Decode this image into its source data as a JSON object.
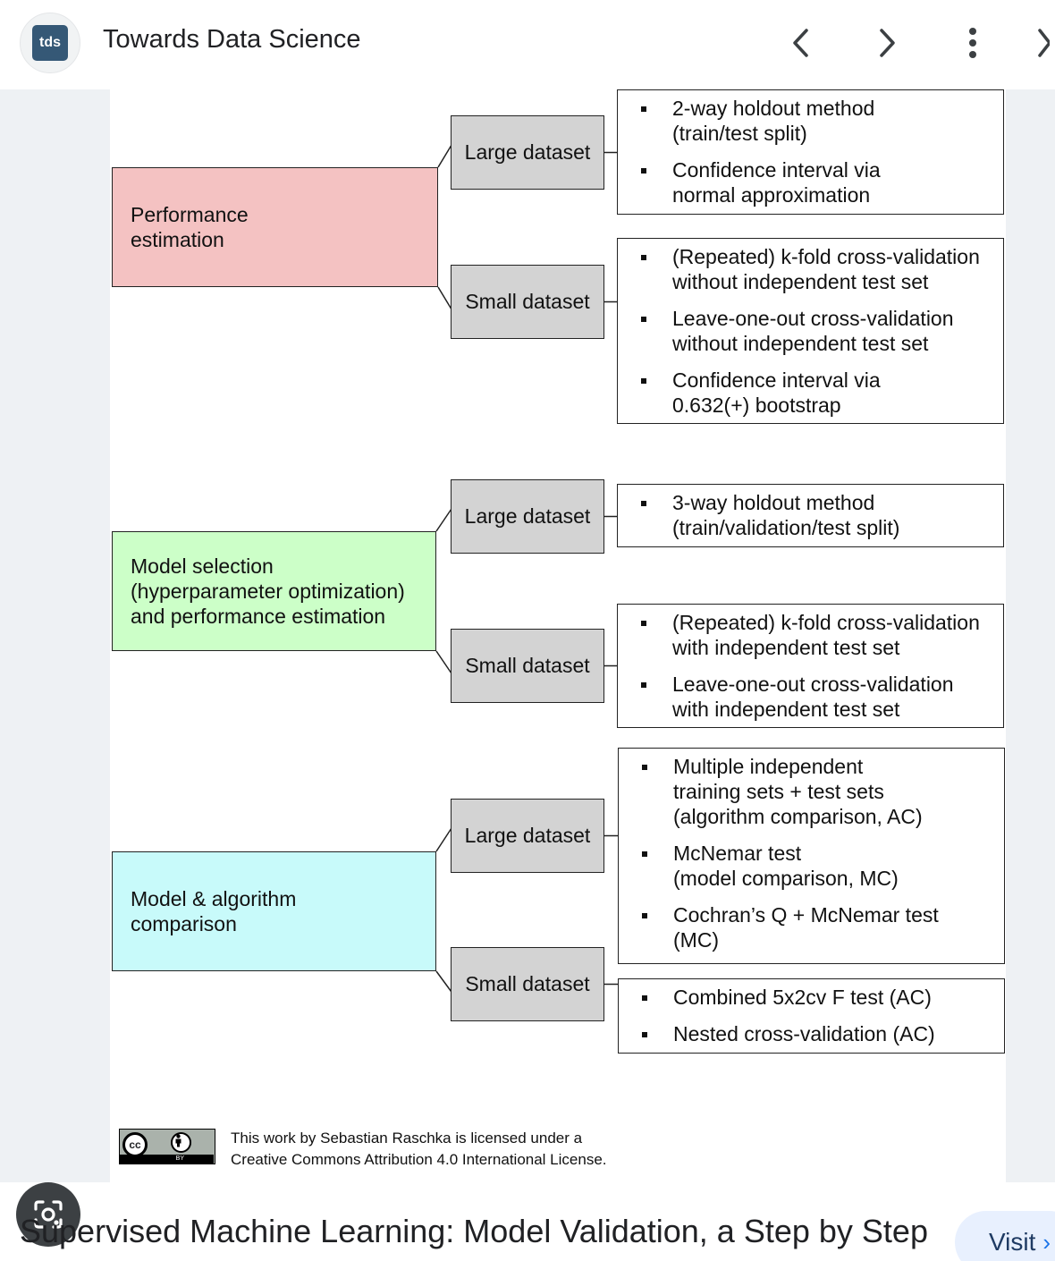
{
  "header": {
    "logo_text": "tds",
    "site_name": "Towards Data Science",
    "icons": [
      "chevron-left-icon",
      "chevron-right-icon",
      "more-vert-icon",
      "chevron-right-icon"
    ]
  },
  "diagram": {
    "groups": [
      {
        "category": "Performance\nestimation",
        "color": "#f4c2c2",
        "branches": [
          {
            "dataset": "Large dataset",
            "methods": [
              "2-way holdout method\n(train/test split)",
              "Confidence interval via\nnormal approximation"
            ]
          },
          {
            "dataset": "Small dataset",
            "methods": [
              "(Repeated) k-fold cross-validation\nwithout independent test set",
              "Leave-one-out cross-validation\nwithout independent test set",
              "Confidence interval via\n0.632(+) bootstrap"
            ]
          }
        ]
      },
      {
        "category": "Model selection\n(hyperparameter optimization)\nand performance estimation",
        "color": "#ccffc8",
        "branches": [
          {
            "dataset": "Large dataset",
            "methods": [
              "3-way holdout method\n(train/validation/test split)"
            ]
          },
          {
            "dataset": "Small dataset",
            "methods": [
              "(Repeated) k-fold cross-validation\nwith independent test set",
              "Leave-one-out cross-validation\nwith independent test set"
            ]
          }
        ]
      },
      {
        "category": "Model & algorithm\ncomparison",
        "color": "#c8fafa",
        "branches": [
          {
            "dataset": "Large dataset",
            "methods": [
              "Multiple independent\ntraining sets + test sets\n(algorithm comparison, AC)",
              "McNemar test\n(model comparison, MC)",
              "Cochran’s Q + McNemar test\n(MC)"
            ]
          },
          {
            "dataset": "Small dataset",
            "methods": [
              "Combined 5x2cv F test (AC)",
              "Nested cross-validation (AC)"
            ]
          }
        ]
      }
    ]
  },
  "license": {
    "badge_cc": "cc",
    "badge_by": "BY",
    "line1": "This work by Sebastian Raschka is licensed under a",
    "line2": "Creative Commons Attribution 4.0 International License."
  },
  "lens_button_icon": "google-lens-icon",
  "result": {
    "title": "Supervised Machine Learning: Model Validation, a Step by Step",
    "visit_label": "Visit"
  }
}
